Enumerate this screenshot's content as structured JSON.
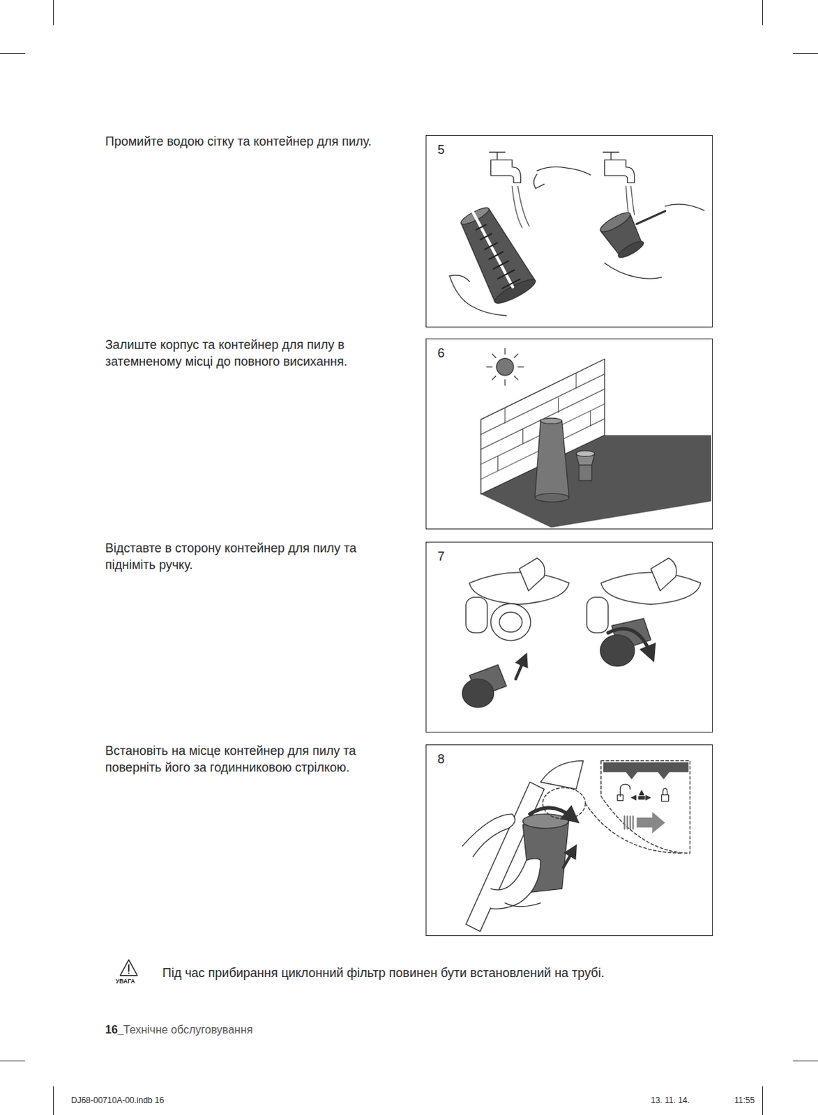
{
  "diagram": {
    "nodes": [
      {
        "text": [
          "5"
        ]
      },
      {
        "text": [
          "6"
        ]
      },
      {
        "text": [
          "7"
        ]
      },
      {
        "text": [
          "8"
        ]
      }
    ],
    "labels": [
      "Промийте водою сітку та контейнер для пилу.",
      "Залиште корпус та контейнер для пилу в затемненому місці до повного висихання.",
      "Відставте в сторону контейнер для пилу та підніміть ручку.",
      "Встановіть на місце контейнер для пилу та поверніть його за годинниковою стрілкою.",
      "УВАГА",
      "Під час прибирання циклонний фільтр повинен бути встановлений на трубі.",
      "16_",
      "Технічне обслуговування",
      "DJ68-00710A-00.indb 16",
      "13. 11. 14.",
      "11:55"
    ]
  }
}
